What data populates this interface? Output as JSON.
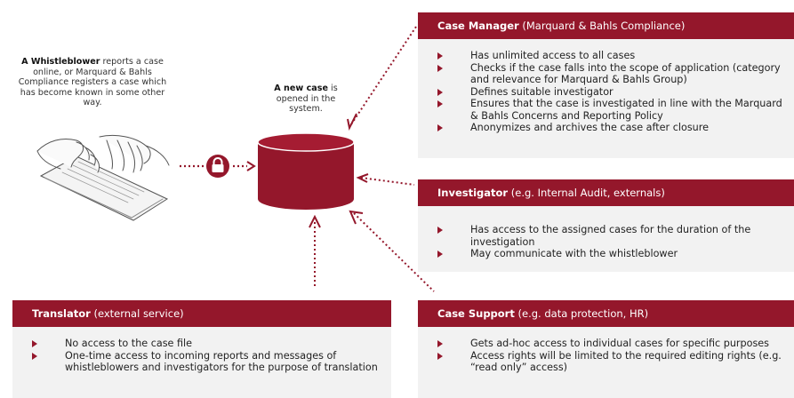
{
  "whistleblower": {
    "bold": "A Whistleblower",
    "text": " reports a case online, or Marquard & Bahls Compliance registers a case which has become known in some other way."
  },
  "new_case": {
    "bold": "A new case",
    "text": " is opened in the system."
  },
  "case_manager": {
    "title": "Case Manager",
    "subtitle": " (Marquard & Bahls Compliance)",
    "items": [
      "Has unlimited access to all cases",
      "Checks if the case falls into the scope of application (category and relevance for Marquard & Bahls Group)",
      "Defines suitable investigator",
      "Ensures that the case is investigated in line with the Marquard & Bahls Concerns and Reporting Policy",
      "Anonymizes and archives the case after closure"
    ]
  },
  "investigator": {
    "title": "Investigator",
    "subtitle": " (e.g. Internal Audit, externals)",
    "items": [
      "Has access to the assigned cases for the duration of the investigation",
      "May communicate with the whistleblower"
    ]
  },
  "translator": {
    "title": "Translator",
    "subtitle": " (external service)",
    "items": [
      "No access to the case file",
      "One-time access to incoming reports and messages of whistleblowers and investigators for the purpose of translation"
    ]
  },
  "case_support": {
    "title": "Case Support",
    "subtitle": " (e.g. data protection, HR)",
    "items": [
      "Gets ad-hoc access to individual cases for specific purposes",
      "Access rights will be limited to the required editing rights (e.g. “read only” access)"
    ]
  },
  "colors": {
    "accent": "#94172b",
    "panel": "#f2f2f2"
  }
}
